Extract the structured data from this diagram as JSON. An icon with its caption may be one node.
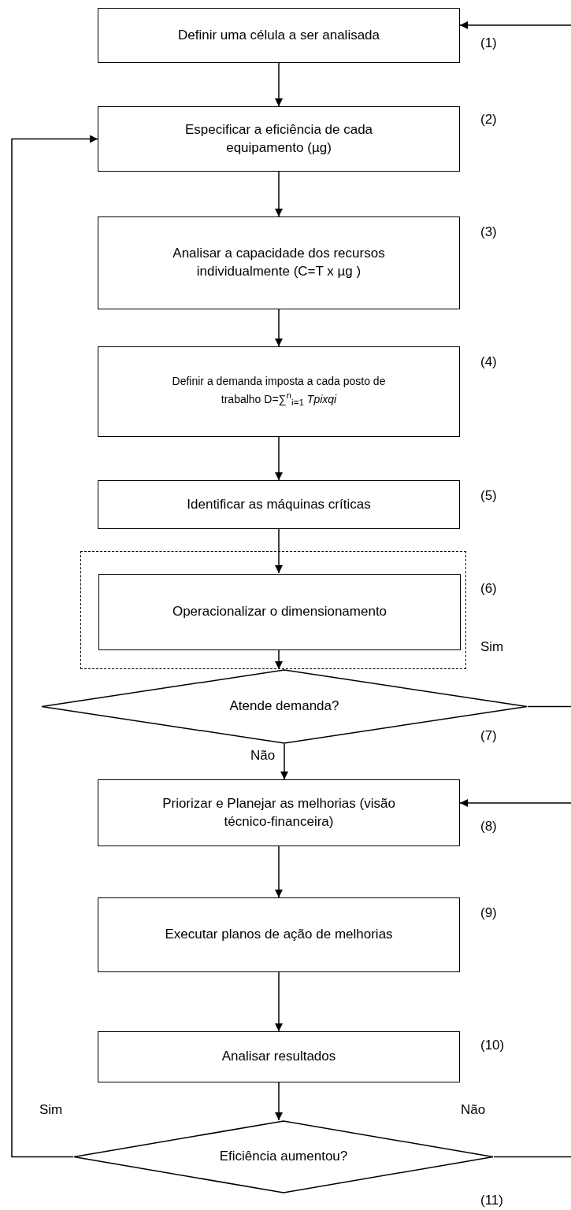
{
  "diagram": {
    "nodes": [
      {
        "text": [
          "Definir uma célula a ser analisada"
        ],
        "beside": [
          "(1)"
        ]
      },
      {
        "text": [
          "Especificar a eficiência de cada equipamento (µg)"
        ],
        "beside": [
          "(2)"
        ]
      },
      {
        "text": [
          "Analisar a capacidade dos recursos individualmente (C=T x µg )"
        ],
        "beside": [
          "(3)"
        ]
      },
      {
        "text": [
          "Definir a demanda imposta a cada posto de trabalho D=∑$^{n}$$_{i=1}$ *Tpixqi*"
        ],
        "beside": [
          "(4)"
        ]
      },
      {
        "text": [
          "Identificar as máquinas críticas"
        ],
        "beside": [
          "(5)"
        ]
      },
      {
        "text": [],
        "shape": "box",
        "beside": [
          "(6)"
        ]
      },
      {
        "text": [
          "Operacionalizar o dimensionamento"
        ],
        "in": 5
      },
      {
        "text": [
          "Atende demanda?"
        ],
        "beside": [
          "(7)"
        ]
      },
      {
        "text": [
          "Priorizar e Planejar as melhorias (visão técnico-financeira)"
        ],
        "beside": [
          "(8)"
        ]
      },
      {
        "text": [
          "Executar planos de ação de melhorias"
        ],
        "beside": [
          "(9)"
        ]
      },
      {
        "text": [
          "Analisar resultados"
        ],
        "beside": [
          "(10)"
        ]
      },
      {
        "text": [
          "Eficiência aumentou?"
        ],
        "beside": [
          "(11)"
        ]
      }
    ],
    "edges": [
      {
        "from": 0,
        "to": 1,
        "arrow": "to"
      },
      {
        "from": 1,
        "to": 2,
        "arrow": "to"
      },
      {
        "from": 2,
        "to": 3,
        "arrow": "to"
      },
      {
        "from": 3,
        "to": 4,
        "arrow": "to"
      },
      {
        "from": 4,
        "to": 6,
        "arrow": "to"
      },
      {
        "from": 6,
        "to": 7,
        "arrow": "to"
      },
      {
        "from": 7,
        "to": 8,
        "arrow": "to",
        "label": "Não"
      },
      {
        "from": 7,
        "to": null,
        "arrow": "none",
        "label": "Sim"
      },
      {
        "from": null,
        "to": 0,
        "arrow": "to"
      },
      {
        "from": null,
        "to": 8,
        "arrow": "to"
      },
      {
        "from": 8,
        "to": 9,
        "arrow": "to"
      },
      {
        "from": 9,
        "to": 10,
        "arrow": "to"
      },
      {
        "from": 10,
        "to": 11,
        "arrow": "to"
      },
      {
        "from": 11,
        "to": 1,
        "arrow": "to",
        "label": "Sim"
      },
      {
        "from": 11,
        "to": null,
        "arrow": "none",
        "label": "Não"
      }
    ]
  }
}
